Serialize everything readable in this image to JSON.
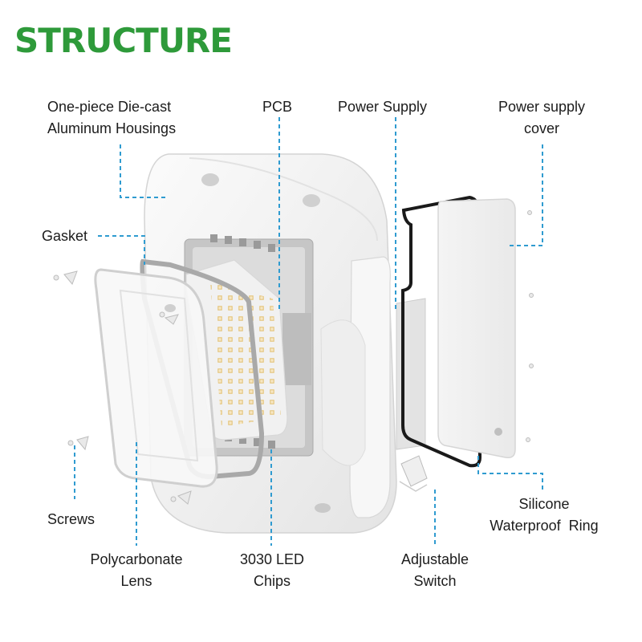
{
  "title": "STRUCTURE",
  "colors": {
    "title": "#2e9a3a",
    "leader": "#2f9bd0",
    "gasket_black": "#1a1a1a"
  },
  "labels": {
    "housing": [
      "One-piece Die-cast",
      "Aluminum Housings"
    ],
    "pcb": [
      "PCB"
    ],
    "power_supply": [
      "Power Supply"
    ],
    "power_supply_cover": [
      "Power supply",
      "cover"
    ],
    "gasket": [
      "Gasket"
    ],
    "screws": [
      "Screws"
    ],
    "lens": [
      "Polycarbonate",
      "Lens"
    ],
    "led_chips": [
      "3030 LED",
      "Chips"
    ],
    "switch": [
      "Adjustable",
      "Switch"
    ],
    "ring": [
      "Silicone",
      "Waterproof  Ring"
    ]
  }
}
